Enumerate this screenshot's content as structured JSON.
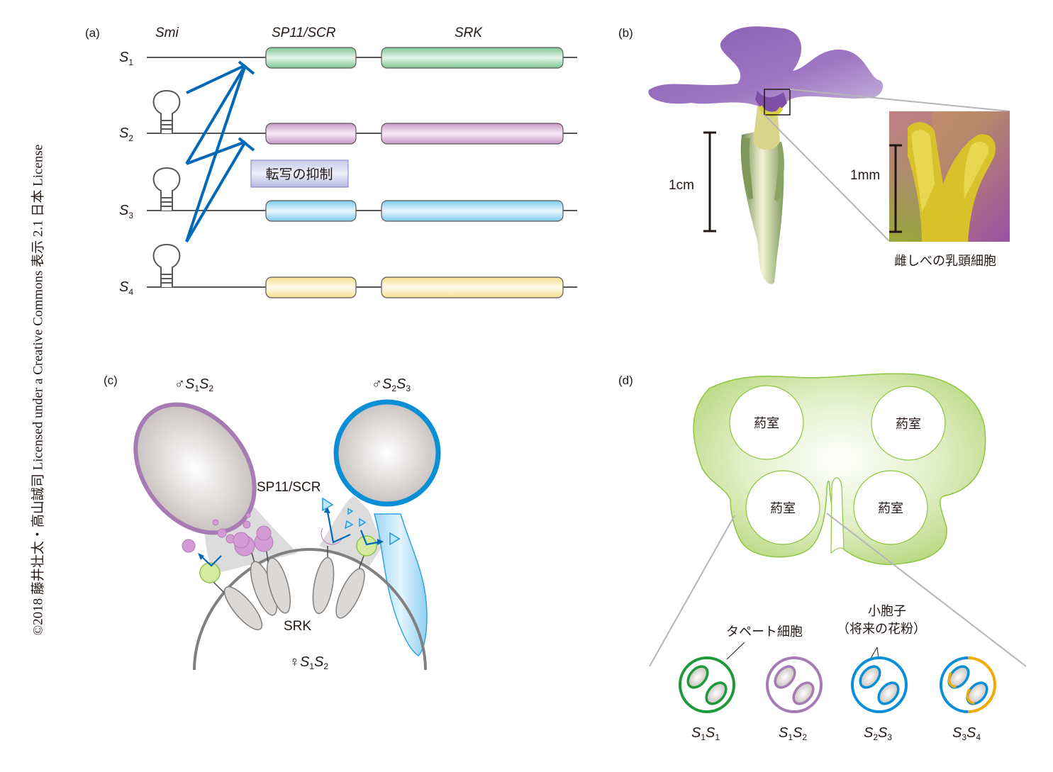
{
  "copyright": "©2018 藤井壮太・高山誠司 Licensed under a Creative Commons 表示 2.1 日本 License",
  "panel_a": {
    "label": "(a)",
    "column_headers": {
      "smi": "Smi",
      "sp11": "SP11/SCR",
      "srk": "SRK"
    },
    "alleles": [
      {
        "name": "S",
        "sub": "1",
        "color": "#8fd19e",
        "has_smi": false
      },
      {
        "name": "S",
        "sub": "2",
        "color": "#d9a9d6",
        "has_smi": true
      },
      {
        "name": "S",
        "sub": "3",
        "color": "#8fd0f0",
        "has_smi": true
      },
      {
        "name": "S",
        "sub": "4",
        "color": "#fbe5a3",
        "has_smi": true
      }
    ],
    "repression": [
      {
        "from": "S2",
        "to": "S1"
      },
      {
        "from": "S3",
        "to": "S1"
      },
      {
        "from": "S3",
        "to": "S2"
      },
      {
        "from": "S4",
        "to": "S1"
      },
      {
        "from": "S4",
        "to": "S2"
      }
    ],
    "repression_label": "転写の抑制",
    "arrow_color": "#0068b7"
  },
  "panel_b": {
    "label": "(b)",
    "scale_flower": "1cm",
    "scale_inset": "1mm",
    "inset_caption": "雌しべの乳頭細胞"
  },
  "panel_c": {
    "label": "(c)",
    "pollen_left": {
      "symbol": "♂",
      "g1": "S",
      "s1": "1",
      "g2": "S",
      "s2": "2",
      "color": "#a77ab4"
    },
    "pollen_right": {
      "symbol": "♂",
      "g1": "S",
      "s1": "2",
      "g2": "S",
      "s2": "3",
      "color": "#0a8fd6"
    },
    "ligand_label": "SP11/SCR",
    "receptor_label": "SRK",
    "stigma": {
      "symbol": "♀",
      "g1": "S",
      "s1": "1",
      "g2": "S",
      "s2": "2"
    }
  },
  "panel_d": {
    "label": "(d)",
    "locule_label": "葯室",
    "locules": [
      "葯室",
      "葯室",
      "葯室",
      "葯室"
    ],
    "tapetum_label": "タペート細胞",
    "microspore_label_1": "小胞子",
    "microspore_label_2": "（将来の花粉）",
    "genotypes": [
      {
        "g1": "S",
        "s1": "1",
        "g2": "S",
        "s2": "1",
        "colors": [
          "#1e9a3a"
        ]
      },
      {
        "g1": "S",
        "s1": "1",
        "g2": "S",
        "s2": "2",
        "colors": [
          "#a77ab4"
        ]
      },
      {
        "g1": "S",
        "s1": "2",
        "g2": "S",
        "s2": "3",
        "colors": [
          "#0a8fd6"
        ]
      },
      {
        "g1": "S",
        "s1": "3",
        "g2": "S",
        "s2": "4",
        "colors": [
          "#0a8fd6",
          "#f2a900"
        ]
      }
    ]
  }
}
